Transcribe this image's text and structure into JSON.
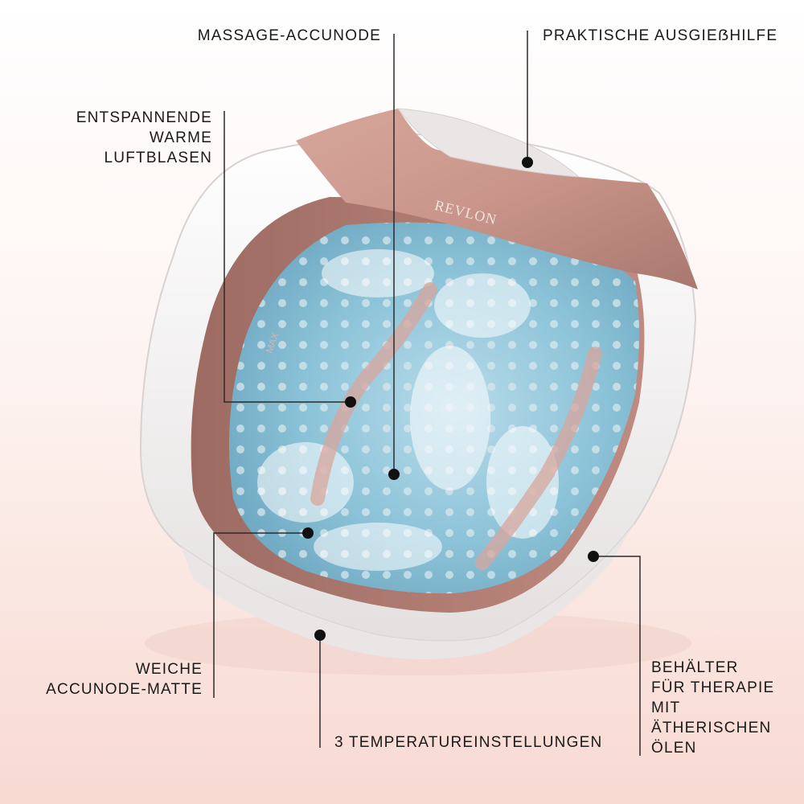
{
  "product": {
    "brand_logo": "REVLON",
    "image_name": "foot-spa-basin"
  },
  "labels": {
    "massage_accunode": "MASSAGE-ACCUNODE",
    "spout": "PRAKTISCHE AUSGIEẞHILFE",
    "bubbles": [
      "ENTSPANNENDE",
      "WARME",
      "LUFTBLASEN"
    ],
    "mat": [
      "WEICHE",
      "ACCUNODE-MATTE"
    ],
    "temperature": "3 TEMPERATUREINSTELLUNGEN",
    "oil_container": [
      "BEHÄLTER",
      "FÜR THERAPIE",
      "MIT",
      "ÄTHERISCHEN",
      "ÖLEN"
    ]
  },
  "colors": {
    "rose_gold": "#c9958a",
    "basin_white": "#f4f2f2",
    "water_blue": "#8cc3d8",
    "text": "#1a1a1a",
    "background_top": "#ffffff",
    "background_bottom": "#f8d9d2"
  }
}
